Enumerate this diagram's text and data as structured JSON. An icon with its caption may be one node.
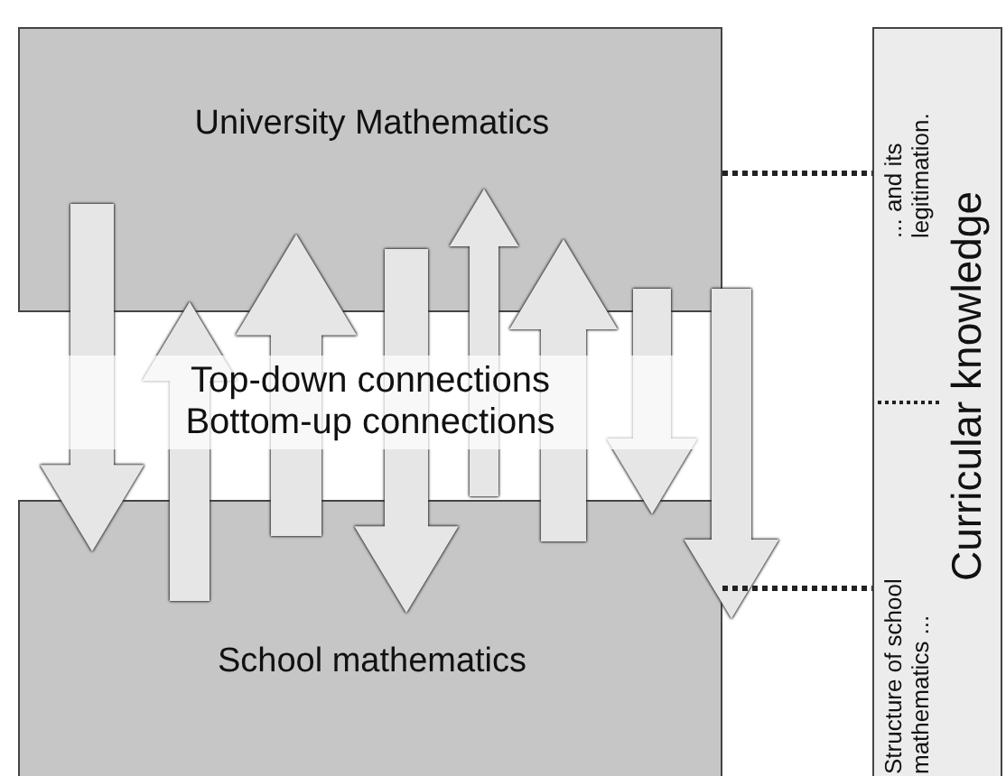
{
  "diagram": {
    "nodes": [
      {
        "text": [
          "University Mathematics"
        ]
      },
      {
        "text": [
          "School mathematics"
        ]
      },
      {
        "text": [
          "... and its legitimation.",
          "Structure of school mathematics ...",
          "Curricular knowledge"
        ]
      }
    ],
    "edges": [
      {
        "from": 0,
        "to": 1,
        "arrow": "to"
      },
      {
        "from": 1,
        "to": 0,
        "arrow": "to"
      },
      {
        "from": 1,
        "to": 0,
        "arrow": "to"
      },
      {
        "from": 0,
        "to": 1,
        "arrow": "to"
      },
      {
        "from": 1,
        "to": 0,
        "arrow": "to"
      },
      {
        "from": 1,
        "to": 0,
        "arrow": "to"
      },
      {
        "from": 0,
        "to": 1,
        "arrow": "to"
      },
      {
        "from": 0,
        "to": 1,
        "arrow": "to"
      },
      {
        "from": 0,
        "to": 2,
        "arrow": "none",
        "style": "dashed",
        "color": "#222222"
      },
      {
        "from": 1,
        "to": 2,
        "arrow": "none",
        "style": "dashed",
        "color": "#222222"
      }
    ],
    "labels": [
      "Top-down connections",
      "Bottom-up connections"
    ]
  }
}
